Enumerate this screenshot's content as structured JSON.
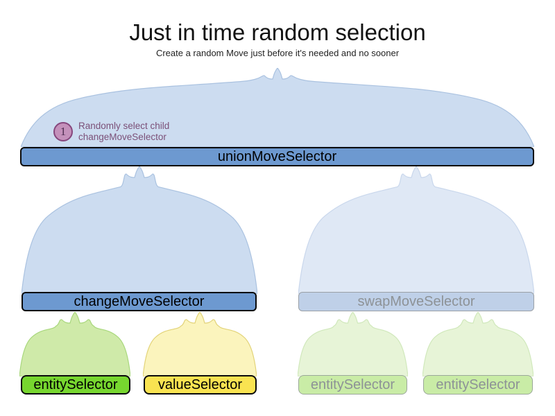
{
  "title": "Just in time random selection",
  "subtitle": "Create a random Move just before it's needed and no sooner",
  "annotation": {
    "number": "1",
    "line1": "Randomly select child",
    "line2": "changeMoveSelector"
  },
  "nodes": {
    "union": {
      "label": "unionMoveSelector",
      "state": "active"
    },
    "change": {
      "label": "changeMoveSelector",
      "state": "active"
    },
    "swap": {
      "label": "swapMoveSelector",
      "state": "faded"
    },
    "entity_left": {
      "label": "entitySelector",
      "state": "active"
    },
    "value": {
      "label": "valueSelector",
      "state": "active"
    },
    "entity_right1": {
      "label": "entitySelector",
      "state": "faded"
    },
    "entity_right2": {
      "label": "entitySelector",
      "state": "faded"
    }
  },
  "colors": {
    "bar_blue": "#6d99d0",
    "bar_blue_faded": "#bfd0e8",
    "faded_border": "#9aa0a6",
    "faded_text": "#8d9296",
    "arch_blue": "#ccdcf0",
    "arch_blue_border": "#aac2e0",
    "arch_blue_faded": "#dfe8f5",
    "arch_blue_faded_border": "#c9d7ec",
    "arch_green": "#cfeaa9",
    "arch_green_border": "#a8d77c",
    "arch_yellow": "#fbf4bd",
    "arch_yellow_border": "#e2d378",
    "arch_green_faded": "#e7f4d7",
    "arch_green_faded_border": "#d0e8bb",
    "bar_green": "#77d62f",
    "bar_yellow": "#f9e351",
    "bar_green_faded": "#c9eca6",
    "faded_green_border": "#9ba89a",
    "note_circle_fill": "#c491bb",
    "note_circle_border": "#86477d",
    "note_number_color": "#4f2e52",
    "note_text_color": "#7b5078"
  }
}
